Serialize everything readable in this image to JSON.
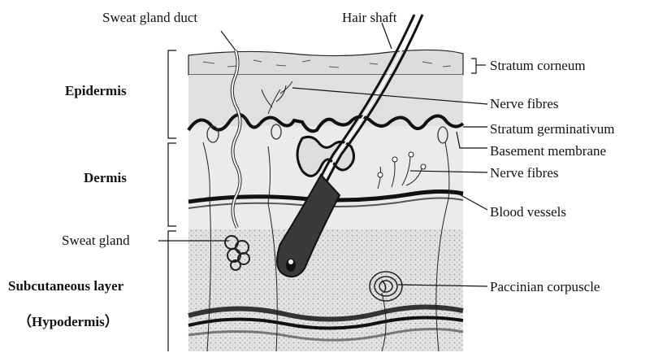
{
  "labels": {
    "sweat_gland_duct": "Sweat gland duct",
    "hair_shaft": "Hair shaft",
    "stratum_corneum": "Stratum corneum",
    "nerve_fibres_top": "Nerve fibres",
    "stratum_germinativum": "Stratum germinativum",
    "basement_membrane": "Basement membrane",
    "nerve_fibres_bottom": "Nerve fibres",
    "blood_vessels": "Blood vessels",
    "sweat_gland": "Sweat gland",
    "paccinian_corpuscle": "Paccinian corpuscle"
  },
  "layers": {
    "epidermis": "Epidermis",
    "dermis": "Dermis",
    "subcutaneous": "Subcutaneous layer",
    "hypodermis": "（Hypodermis）"
  }
}
